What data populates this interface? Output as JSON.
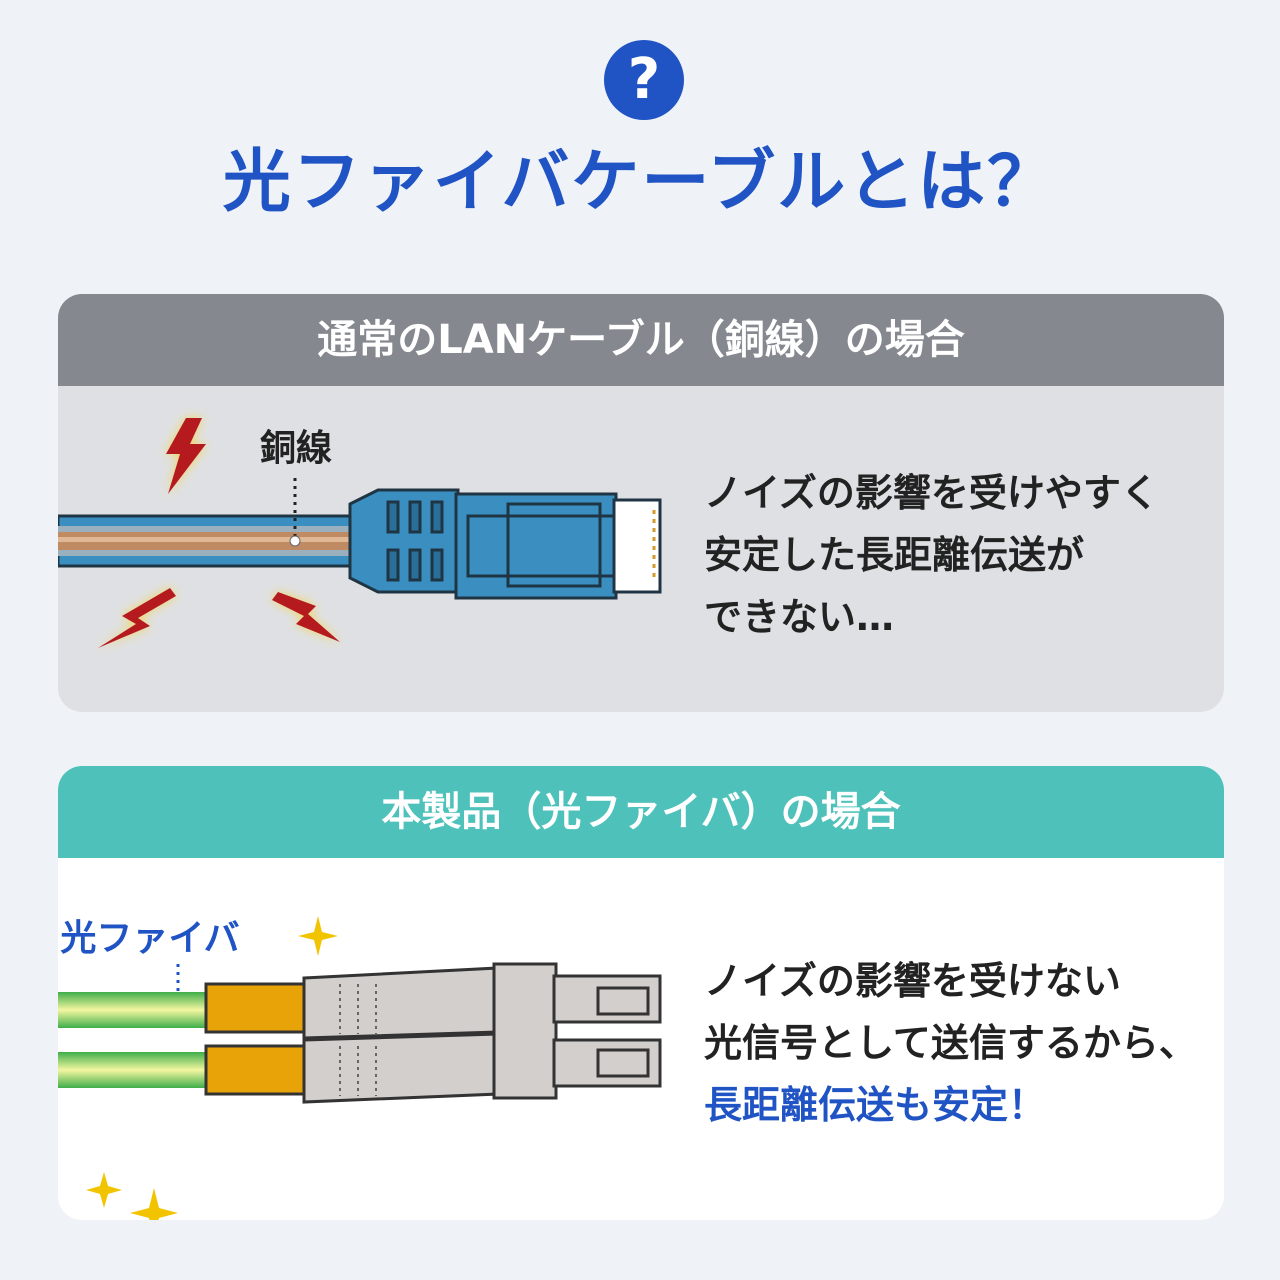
{
  "badge": "?",
  "title": "光ファイバケーブルとは？",
  "lan": {
    "header": "通常のLANケーブル（銅線）の場合",
    "wire_label": "銅線",
    "desc_lines": [
      "ノイズの影響を受けやすく",
      "安定した長距離伝送が",
      "できない…"
    ]
  },
  "fiber": {
    "header": "本製品（光ファイバ）の場合",
    "wire_label": "光ファイバ",
    "desc_lines": [
      "ノイズの影響を受けない",
      "光信号として送信するから、"
    ],
    "desc_highlight": "長距離伝送も安定！"
  },
  "colors": {
    "brand_blue": "#2053c4",
    "lan_header": "#85888f",
    "fiber_header": "#4fc1bb",
    "rj45_blue": "#3a8fc0",
    "copper": "#c08a62",
    "fiber_green": "#c8e64a",
    "lc_orange": "#e8a308",
    "spark_gold": "#f2c400",
    "bolt_red": "#b51a1f"
  },
  "icons": [
    "question-icon",
    "lightning-bolt-icon",
    "sparkle-icon"
  ]
}
